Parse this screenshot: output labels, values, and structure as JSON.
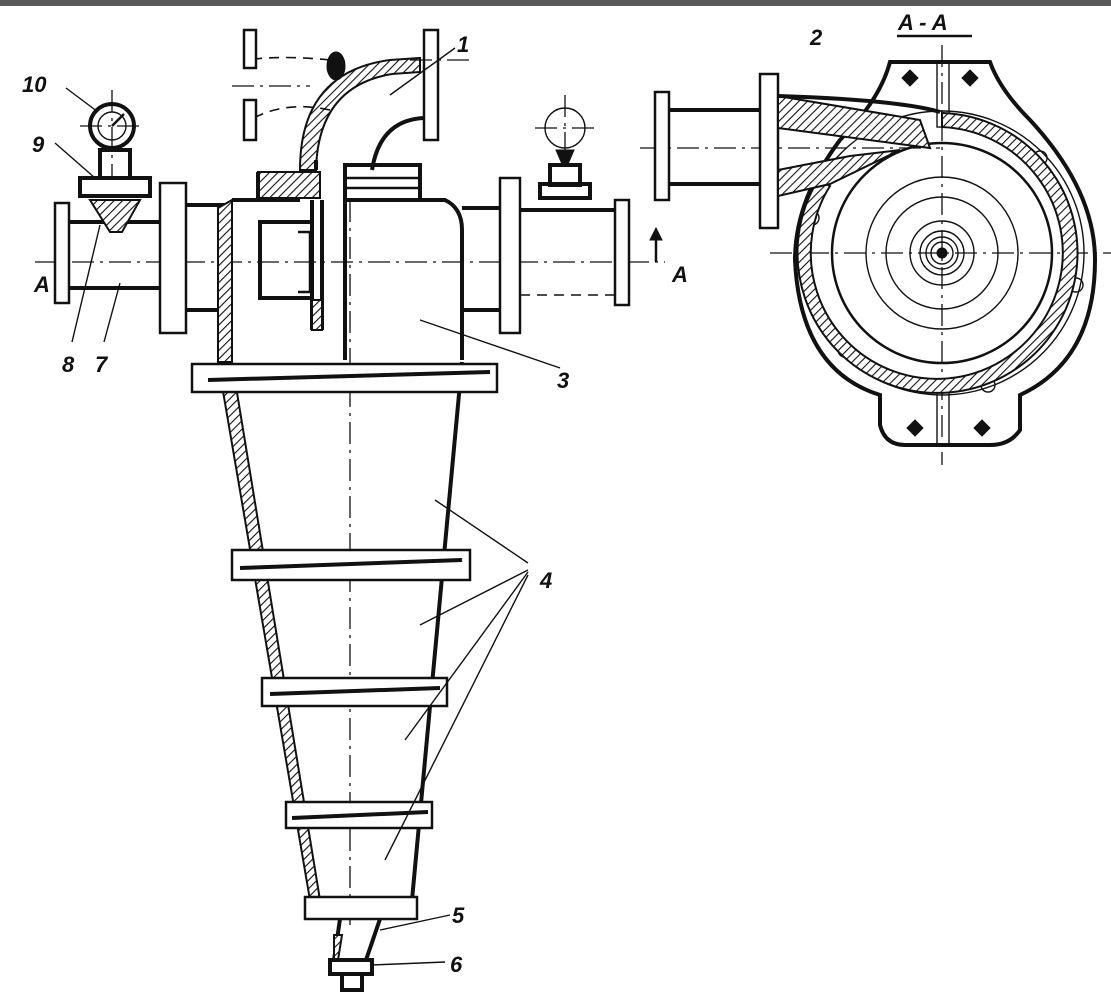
{
  "section_title": "A - A",
  "section_marks": {
    "left": "A",
    "right": "A"
  },
  "callouts": [
    {
      "id": "1",
      "label": "1"
    },
    {
      "id": "2",
      "label": "2"
    },
    {
      "id": "3",
      "label": "3"
    },
    {
      "id": "4",
      "label": "4"
    },
    {
      "id": "5",
      "label": "5"
    },
    {
      "id": "6",
      "label": "6"
    },
    {
      "id": "7",
      "label": "7"
    },
    {
      "id": "8",
      "label": "8"
    },
    {
      "id": "9",
      "label": "9"
    },
    {
      "id": "10",
      "label": "10"
    }
  ]
}
